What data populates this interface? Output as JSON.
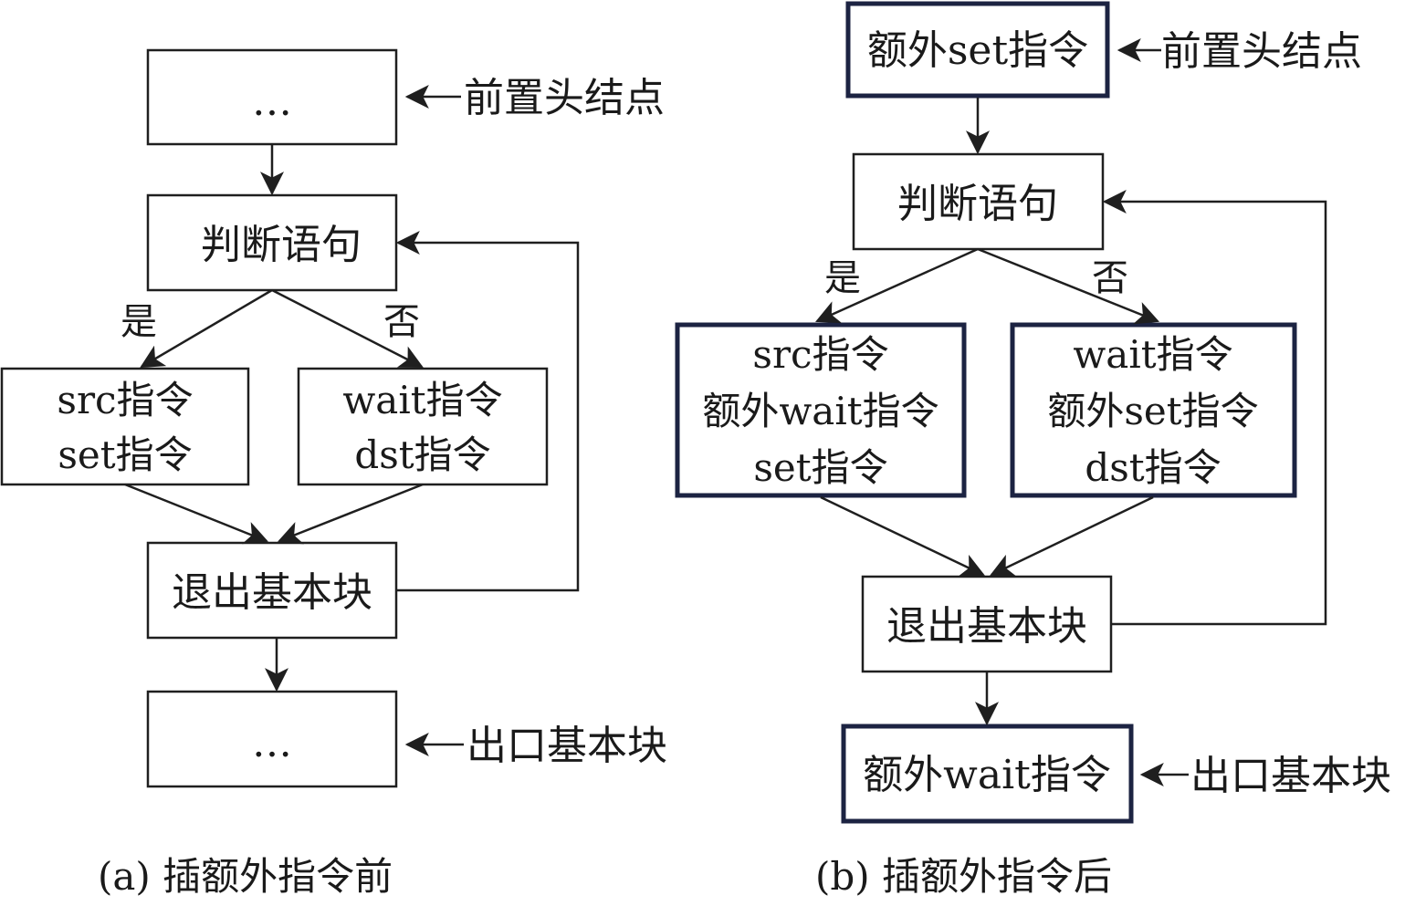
{
  "panel_a": {
    "caption": "(a)  插额外指令前",
    "top_box": "…",
    "top_note": "前置头结点",
    "cond_box": "判断语句",
    "yes_label": "是",
    "no_label": "否",
    "left_box": [
      "src指令",
      "set指令"
    ],
    "right_box": [
      "wait指令",
      "dst指令"
    ],
    "exit_box": "退出基本块",
    "bottom_box": "…",
    "bottom_note": "出口基本块"
  },
  "panel_b": {
    "caption": "(b)  插额外指令后",
    "top_box": "额外set指令",
    "top_note": "前置头结点",
    "cond_box": "判断语句",
    "yes_label": "是",
    "no_label": "否",
    "left_box": [
      "src指令",
      "额外wait指令",
      "set指令"
    ],
    "right_box": [
      "wait指令",
      "额外set指令",
      "dst指令"
    ],
    "exit_box": "退出基本块",
    "bottom_box": "额外wait指令",
    "bottom_note": "出口基本块"
  },
  "colors": {
    "line": "#1f1f1f",
    "highlight_border": "#1c2342"
  }
}
